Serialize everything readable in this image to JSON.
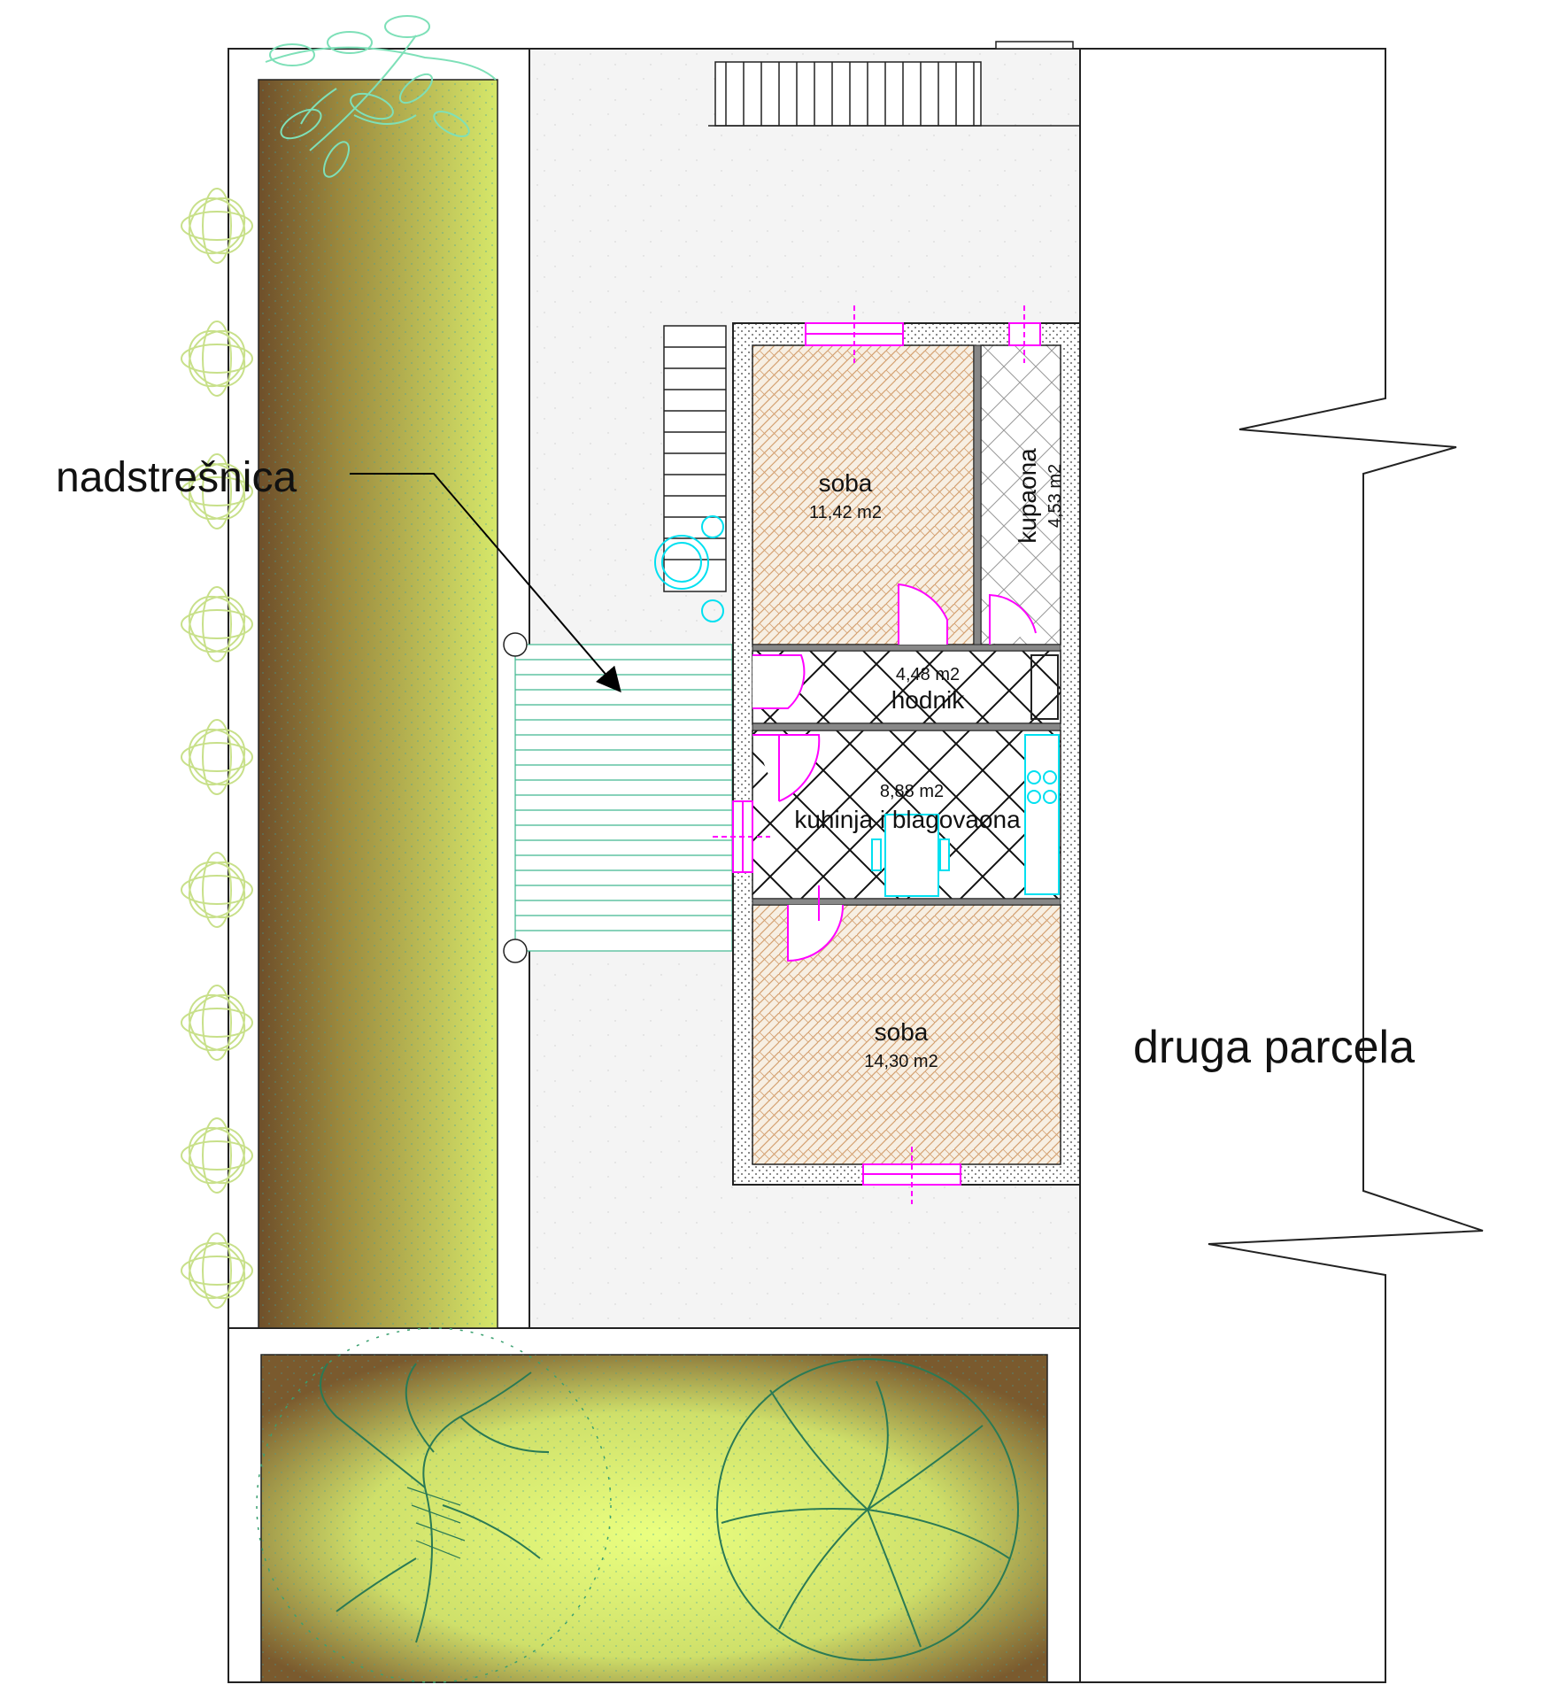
{
  "callout": {
    "label": "nadstrešnica"
  },
  "neighbor": {
    "label": "druga parcela"
  },
  "rooms": {
    "soba_top": {
      "name": "soba",
      "area": "11,42 m2"
    },
    "kupaona": {
      "name": "kupaona",
      "area": "4,53 m2"
    },
    "hodnik": {
      "name": "hodnik",
      "area": "4,48 m2"
    },
    "kuhinja": {
      "name": "kuhinja i blagovaona",
      "area": "8,88 m2"
    },
    "soba_bottom": {
      "name": "soba",
      "area": "14,30 m2"
    }
  },
  "colors": {
    "outline": "#222222",
    "paving": "#f4f4f4",
    "green_light": "#e2f27a",
    "green_dark": "#7a5a2e",
    "door": "#ff00ff",
    "fixture": "#00e0f0",
    "parquet": "#d4a070",
    "plant_light": "#c8e08a",
    "plant_mint": "#7ee0b8",
    "tree": "#3a8a5a",
    "canopy": "#40b890"
  }
}
